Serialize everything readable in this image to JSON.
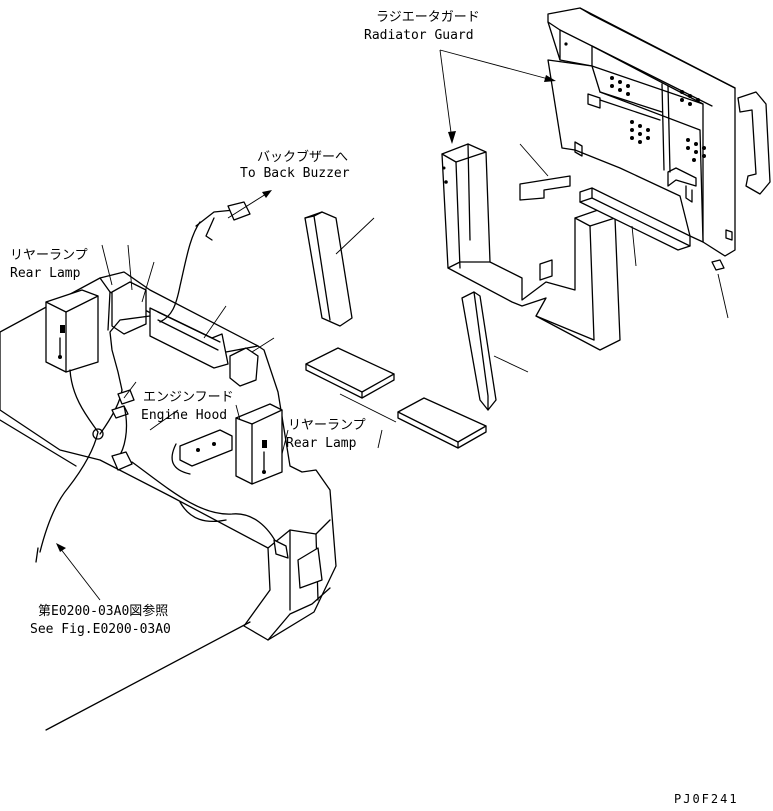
{
  "labels": {
    "radiator_guard_jp": "ラジエータガード",
    "radiator_guard_en": "Radiator Guard",
    "back_buzzer_jp": "バックブザーへ",
    "back_buzzer_en": "To Back Buzzer",
    "rear_lamp_left_jp": "リヤーランプ",
    "rear_lamp_left_en": "Rear Lamp",
    "engine_hood_jp": "エンジンフード",
    "engine_hood_en": "Engine Hood",
    "rear_lamp_right_jp": "リヤーランプ",
    "rear_lamp_right_en": "Rear Lamp",
    "see_fig_jp": "第E0200-03A0図参照",
    "see_fig_en": "See Fig.E0200-03A0",
    "drawing_code": "PJ0F241"
  }
}
